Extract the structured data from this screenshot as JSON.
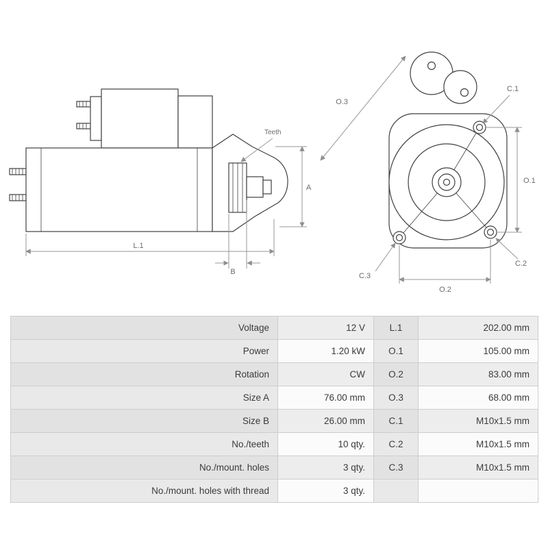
{
  "diagram": {
    "labels": {
      "teeth": "Teeth",
      "A": "A",
      "B": "B",
      "L1": "L.1",
      "O1": "O.1",
      "O2": "O.2",
      "O3": "O.3",
      "C1": "C.1",
      "C2": "C.2",
      "C3": "C.3"
    }
  },
  "specs": {
    "rows": [
      {
        "label": "Voltage",
        "value": "12 V",
        "label2": "L.1",
        "value2": "202.00 mm"
      },
      {
        "label": "Power",
        "value": "1.20 kW",
        "label2": "O.1",
        "value2": "105.00 mm"
      },
      {
        "label": "Rotation",
        "value": "CW",
        "label2": "O.2",
        "value2": "83.00 mm"
      },
      {
        "label": "Size A",
        "value": "76.00 mm",
        "label2": "O.3",
        "value2": "68.00 mm"
      },
      {
        "label": "Size B",
        "value": "26.00 mm",
        "label2": "C.1",
        "value2": "M10x1.5 mm"
      },
      {
        "label": "No./teeth",
        "value": "10 qty.",
        "label2": "C.2",
        "value2": "M10x1.5 mm"
      },
      {
        "label": "No./mount. holes",
        "value": "3 qty.",
        "label2": "C.3",
        "value2": "M10x1.5 mm"
      },
      {
        "label": "No./mount. holes with thread",
        "value": "3 qty.",
        "label2": "",
        "value2": ""
      }
    ]
  }
}
